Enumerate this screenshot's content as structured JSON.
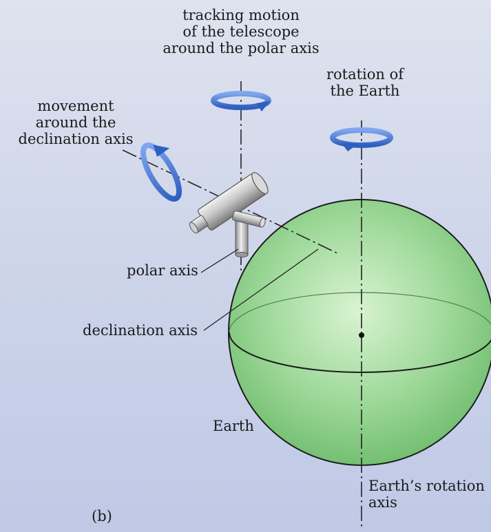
{
  "labels": {
    "tracking_motion": [
      "tracking motion",
      "of the telescope",
      "around the polar axis"
    ],
    "rotation_of_earth": [
      "rotation of",
      "the Earth"
    ],
    "movement_declination": [
      "movement",
      "around the",
      "declination axis"
    ],
    "polar_axis": "polar axis",
    "declination_axis": "declination axis",
    "earth": "Earth",
    "earth_rotation_axis": [
      "Earth’s rotation",
      "axis"
    ],
    "panel": "(b)"
  },
  "colors": {
    "arrow_blue": "#3d6fd1",
    "earth_green": "#8fd38c",
    "telescope_gray": "#bdbdbd",
    "line": "#222222"
  },
  "icons": [
    "rotation-arrow-icon"
  ]
}
